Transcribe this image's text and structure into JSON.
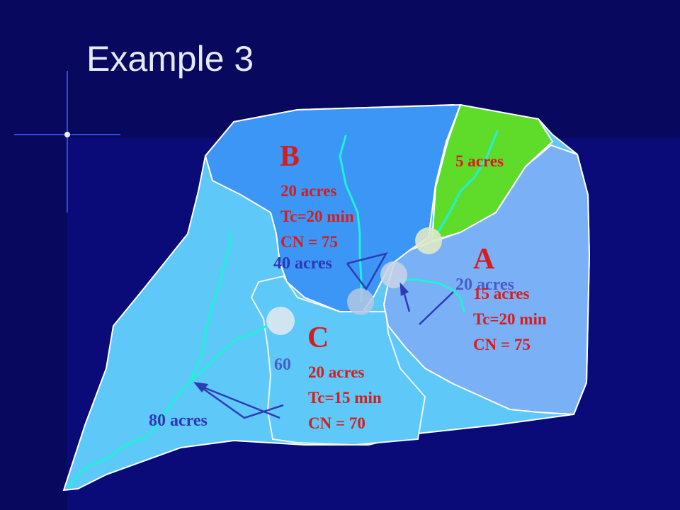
{
  "slide": {
    "title": "Example 3"
  },
  "subbasins": {
    "A": {
      "letter": "A",
      "area": "15 acres",
      "tc": "Tc=20 min",
      "cn": "CN = 75"
    },
    "B": {
      "letter": "B",
      "area": "20 acres",
      "tc": "Tc=20 min",
      "cn": "CN = 75"
    },
    "C": {
      "letter": "C",
      "area": "20 acres",
      "tc": "Tc=15 min",
      "cn": "CN = 70"
    }
  },
  "contributing_areas": {
    "green": "5 acres",
    "a_total": "20 acres",
    "b_total": "40 acres",
    "c_total": "60",
    "outlet_total": "80 acres"
  },
  "colors": {
    "background": "#0a0a78",
    "outer_basin": "#5ec8f8",
    "basin_b": "#3b96f6",
    "basin_a": "#7ab0f6",
    "basin_green": "#5fdc2a",
    "stream": "#22f0d8",
    "label_red": "#d81c1c",
    "label_blue": "#2f36b8"
  }
}
